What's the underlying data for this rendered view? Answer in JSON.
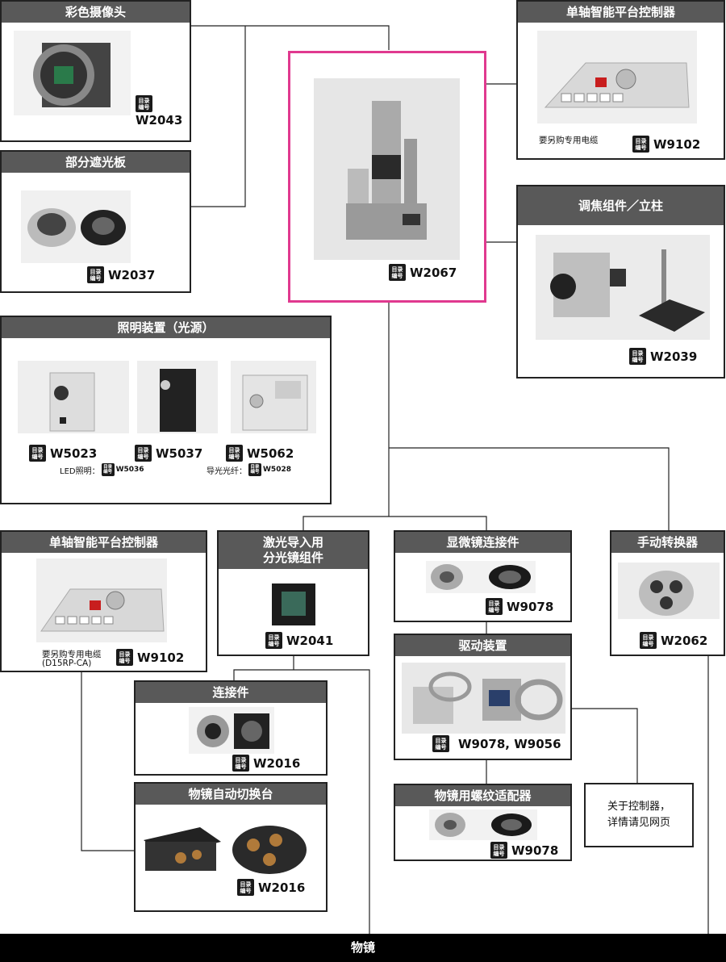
{
  "badge": {
    "line1": "目录",
    "line2": "编号"
  },
  "boxes": {
    "camera": {
      "title": "彩色摄像头",
      "code": "W2043"
    },
    "shade": {
      "title": "部分遮光板",
      "code": "W2037"
    },
    "center": {
      "code": "W2067"
    },
    "controller_top": {
      "title": "单轴智能平台控制器",
      "note": "要另购专用电缆",
      "code": "W9102"
    },
    "focus": {
      "title": "调焦组件／立柱",
      "code": "W2039"
    },
    "light": {
      "title": "照明装置（光源）",
      "codes": [
        "W5023",
        "W5037",
        "W5062"
      ],
      "led_label": "LED照明：",
      "led_code": "W5036",
      "fiber_label": "导光光纤：",
      "fiber_code": "W5028"
    },
    "controller_left": {
      "title": "单轴智能平台控制器",
      "note1": "要另购专用电缆",
      "note2": "(D15RP-CA)",
      "code": "W9102"
    },
    "laser": {
      "title1": "激光导入用",
      "title2": "分光镜组件",
      "code": "W2041"
    },
    "scope_conn": {
      "title": "显微镜连接件",
      "code": "W9078"
    },
    "manual": {
      "title": "手动转换器",
      "code": "W2062"
    },
    "drive": {
      "title": "驱动装置",
      "code": "W9078, W9056"
    },
    "connector": {
      "title": "连接件",
      "code": "W2016"
    },
    "auto_switch": {
      "title": "物镜自动切换台",
      "code": "W2016"
    },
    "thread": {
      "title": "物镜用螺纹适配器",
      "code": "W9078"
    }
  },
  "note_box": {
    "line1": "关于控制器，",
    "line2": "详情请见网页"
  },
  "footer": {
    "label": "物镜"
  }
}
